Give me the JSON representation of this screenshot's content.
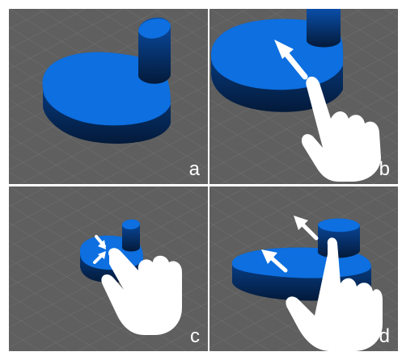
{
  "figure": {
    "panels": [
      {
        "label": "a"
      },
      {
        "label": "b"
      },
      {
        "label": "c"
      },
      {
        "label": "d"
      }
    ]
  },
  "colors": {
    "background": "#5f5f5f",
    "grid": "#7a7a7a",
    "object_top": "#0d6fe0",
    "object_side": "#0a3a78",
    "object_shadow": "#041c3c",
    "hand": "#ffffff",
    "arrow": "#ffffff"
  },
  "icons": [
    "hand-icon",
    "swipe-arrow-icon",
    "pinch-arrows-icon"
  ]
}
